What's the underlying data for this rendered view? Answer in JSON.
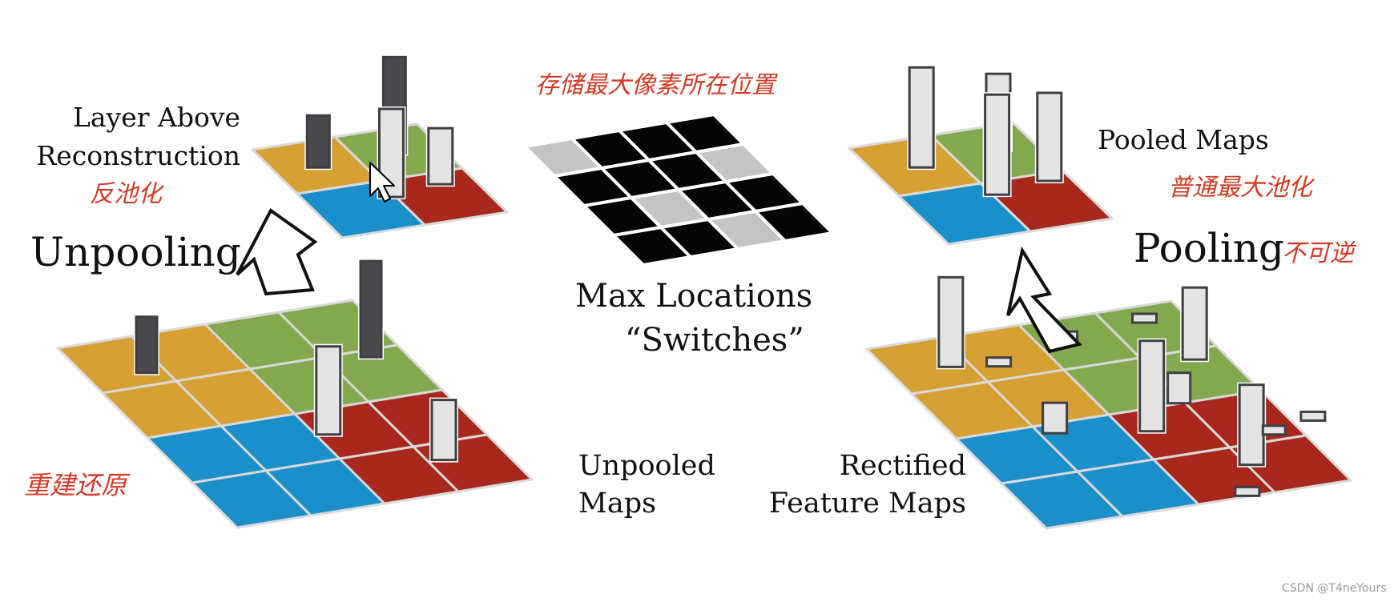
{
  "labels": {
    "layer_above_line1": "Layer Above",
    "layer_above_line2": "Reconstruction",
    "unpooling": "Unpooling",
    "max_locations_line1": "Max Locations",
    "max_locations_line2": "“Switches”",
    "pooled_maps": "Pooled Maps",
    "pooling": "Pooling",
    "unpooled_maps_line1": "Unpooled",
    "unpooled_maps_line2": "Maps",
    "rectified_line1": "Rectified",
    "rectified_line2": "Feature Maps"
  },
  "annotations": {
    "unpool_note": "反池化",
    "switches_note": "存储最大像素所在位置",
    "pool_note": "普通最大池化",
    "irreversible_note": "不可逆",
    "reconstruct_note": "重建还原"
  },
  "watermark": "CSDN @T4neYours",
  "colors": {
    "orange": "#d6a032",
    "green": "#84a84e",
    "blue": "#1b8fc9",
    "red": "#a8281e",
    "black_cell": "#050505",
    "gray_cell": "#c4c4c4",
    "dark_bar": "#4a4a4e",
    "light_bar": "#e4e4e4",
    "note_red": "#d23a25"
  },
  "switch_grid": [
    [
      1,
      0,
      0,
      0
    ],
    [
      0,
      0,
      0,
      1
    ],
    [
      0,
      1,
      0,
      0
    ],
    [
      0,
      0,
      1,
      0
    ]
  ],
  "icons": [
    "down-arrow-icon",
    "up-arrow-icon",
    "cursor-icon"
  ]
}
